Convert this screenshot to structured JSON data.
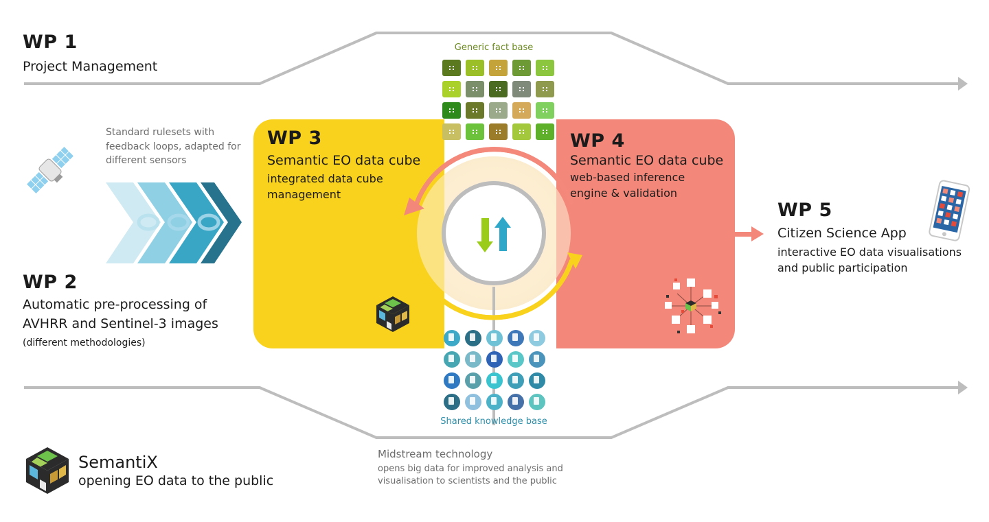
{
  "wp1": {
    "label": "WP 1",
    "title": "Project Management"
  },
  "wp2": {
    "label": "WP 2",
    "lines": [
      "Automatic pre-processing of",
      "AVHRR and Sentinel-3 images"
    ],
    "note": "(different methodologies)",
    "rulesets": [
      "Standard rulesets with",
      "feedback loops, adapted for",
      "different sensors"
    ]
  },
  "wp3": {
    "label": "WP 3",
    "title": "Semantic EO data cube",
    "subtitle": [
      "integrated data cube",
      "management"
    ]
  },
  "wp4": {
    "label": "WP 4",
    "title": "Semantic EO data cube",
    "subtitle": [
      "web-based inference",
      "engine & validation"
    ]
  },
  "wp5": {
    "label": "WP 5",
    "title": "Citizen Science App",
    "subtitle": [
      "interactive EO data visualisations",
      "and public participation"
    ]
  },
  "fact_base": {
    "label": "Generic fact base",
    "colors": [
      "#5b7a1f",
      "#9bbf27",
      "#c3a33a",
      "#6e9a36",
      "#8cc63e",
      "#a9d12a",
      "#7a8f6a",
      "#4c6b22",
      "#7f8a7a",
      "#8f9a4e",
      "#2f8a1c",
      "#6a7a2a",
      "#9aaa8a",
      "#d5a95a",
      "#7fd05e",
      "#c8be62",
      "#6cc23a",
      "#9b7c2a",
      "#a3c83c",
      "#5eb02a"
    ]
  },
  "knowledge_base": {
    "label": "Shared knowledge base",
    "colors": [
      "#3ba9c7",
      "#2b6f86",
      "#6fc2d6",
      "#3f78b8",
      "#8fcbe0",
      "#46a7b3",
      "#79b9c8",
      "#2f63b5",
      "#59c7c7",
      "#4a93bb",
      "#2f78c2",
      "#5aa0ab",
      "#39c4d0",
      "#3f9fb8",
      "#2e8aa6",
      "#2c6e86",
      "#8fc0de",
      "#4cb2c7",
      "#4671a8",
      "#5dc4c0"
    ]
  },
  "midstream": {
    "title": "Midstream technology",
    "lines": [
      "opens big data for improved analysis and",
      "visualisation to scientists and the public"
    ]
  },
  "brand": {
    "name": "SemantiX",
    "tagline": "opening EO data to the public"
  },
  "colors": {
    "wp3": "#f9d21d",
    "wp4": "#f3887a",
    "path": "#bdbdbd",
    "fact_label": "#6b8a1f",
    "knowledge_label": "#2f8ea8"
  },
  "icons": [
    "satellite-icon",
    "chevron-arrows-icon",
    "data-cube-icon",
    "network-icon",
    "smartphone-icon",
    "exchange-arrows-icon"
  ]
}
